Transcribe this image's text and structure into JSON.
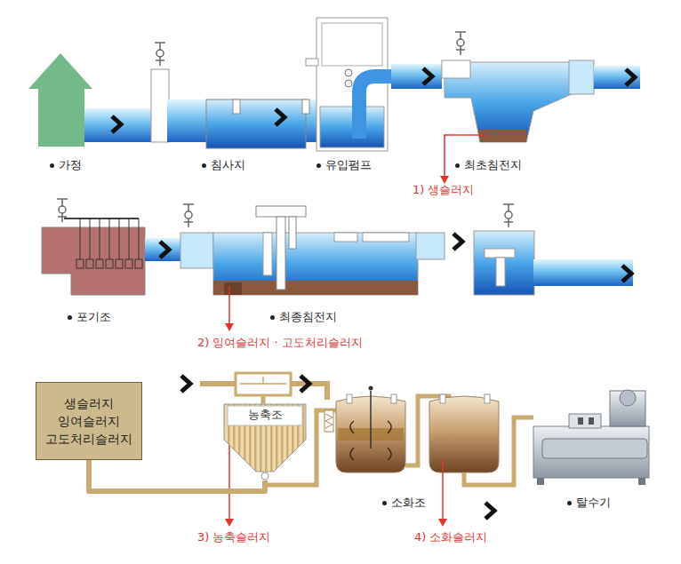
{
  "diagram": {
    "nodes": [
      {
        "text": [
          "생슬러지 잉여슬러지 고도처리슬러지"
        ]
      },
      {
        "text": [
          "농축조"
        ]
      }
    ],
    "edges": [
      {
        "from": 0,
        "to": 1,
        "arrow": "none"
      }
    ],
    "labels": [
      "가정",
      "침사지",
      "유입펌프",
      "최초침전지",
      "1) 생슬러지",
      "포기조",
      "최종침전지",
      "2) 잉여슬러지 · 고도처리슬러지",
      "3) 농축슬러지",
      "소화조",
      "4) 소화슬러지",
      "탈수기"
    ]
  }
}
